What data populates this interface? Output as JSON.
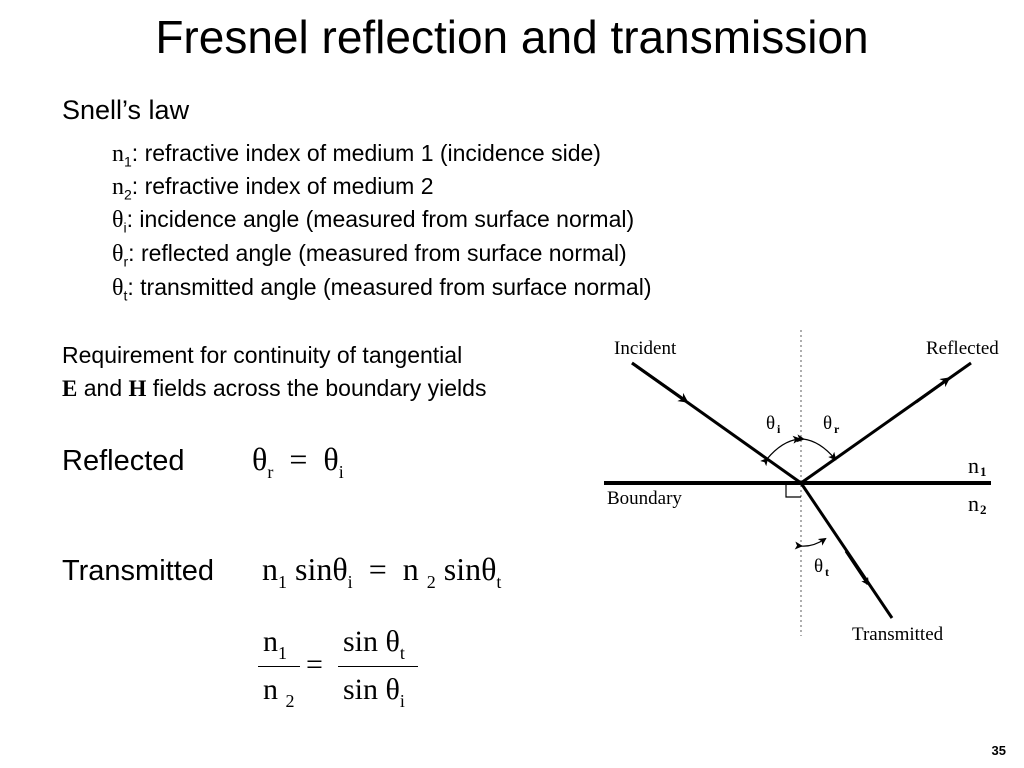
{
  "title": "Fresnel reflection and transmission",
  "heading": "Snell’s law",
  "definitions": [
    {
      "sym": "n",
      "sub": "1",
      "text": ":  refractive index of medium 1 (incidence side)"
    },
    {
      "sym": "n",
      "sub": "2",
      "text": ":  refractive index of medium 2"
    },
    {
      "sym": "θ",
      "sub": "i",
      "text": ":  incidence angle (measured from surface normal)"
    },
    {
      "sym": "θ",
      "sub": "r",
      "text": ":  reflected angle (measured from surface normal)"
    },
    {
      "sym": "θ",
      "sub": "t",
      "text": ":  transmitted angle (measured from surface normal)"
    }
  ],
  "requirement": {
    "line1": "Requirement for continuity of tangential",
    "E": "E",
    "and": " and ",
    "H": "H",
    "line2_rest": " fields across the boundary yields"
  },
  "reflected_label": "Reflected",
  "transmitted_label": "Transmitted",
  "eq_reflected": {
    "lhs": "θ",
    "lhs_sub": "r",
    "op": "=",
    "rhs": "θ",
    "rhs_sub": "i"
  },
  "eq_transmitted": {
    "n1": "n",
    "n1_sub": "1",
    "sin1": "sin",
    "theta1": "θ",
    "theta1_sub": "i",
    "op": "=",
    "n2": "n",
    "n2_sub": "2",
    "sin2": "sin",
    "theta2": "θ",
    "theta2_sub": "t"
  },
  "eq_ratio": {
    "num_left": "n",
    "num_left_sub": "1",
    "den_left": "n",
    "den_left_sub": "2",
    "op": "=",
    "num_right": "sin θ",
    "num_right_sub": "t",
    "den_right": "sin θ",
    "den_right_sub": "i"
  },
  "diagram": {
    "incident": "Incident",
    "reflected": "Reflected",
    "transmitted": "Transmitted",
    "boundary": "Boundary",
    "n1": "n",
    "n1_sub": "1",
    "n2": "n",
    "n2_sub": "2",
    "theta": "θ",
    "theta_i_sub": "i",
    "theta_r_sub": "r",
    "theta_t_sub": "t"
  },
  "page_number": "35"
}
